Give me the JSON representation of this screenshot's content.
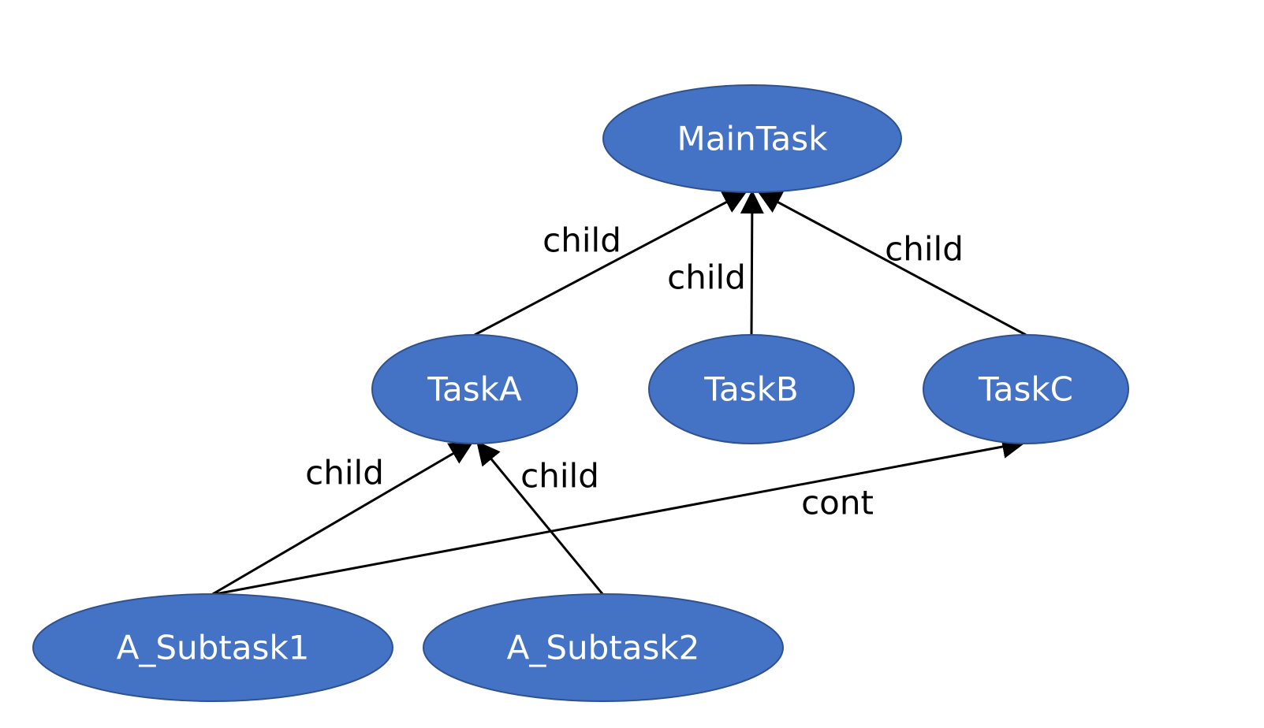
{
  "diagram": {
    "nodes": [
      {
        "id": "maintask",
        "label": "MainTask"
      },
      {
        "id": "taska",
        "label": "TaskA"
      },
      {
        "id": "taskb",
        "label": "TaskB"
      },
      {
        "id": "taskc",
        "label": "TaskC"
      },
      {
        "id": "a_subtask1",
        "label": "A_Subtask1"
      },
      {
        "id": "a_subtask2",
        "label": "A_Subtask2"
      }
    ],
    "edges": [
      {
        "from": "taska",
        "to": "maintask",
        "label": "child"
      },
      {
        "from": "taskb",
        "to": "maintask",
        "label": "child"
      },
      {
        "from": "taskc",
        "to": "maintask",
        "label": "child"
      },
      {
        "from": "a_subtask1",
        "to": "taska",
        "label": "child"
      },
      {
        "from": "a_subtask2",
        "to": "taska",
        "label": "child"
      },
      {
        "from": "a_subtask1",
        "to": "taskc",
        "label": "cont"
      }
    ],
    "colors": {
      "node_fill": "#4472C4",
      "node_stroke": "#2F528F",
      "node_text": "#FFFFFF",
      "edge": "#000000",
      "background": "#FFFFFF"
    }
  }
}
